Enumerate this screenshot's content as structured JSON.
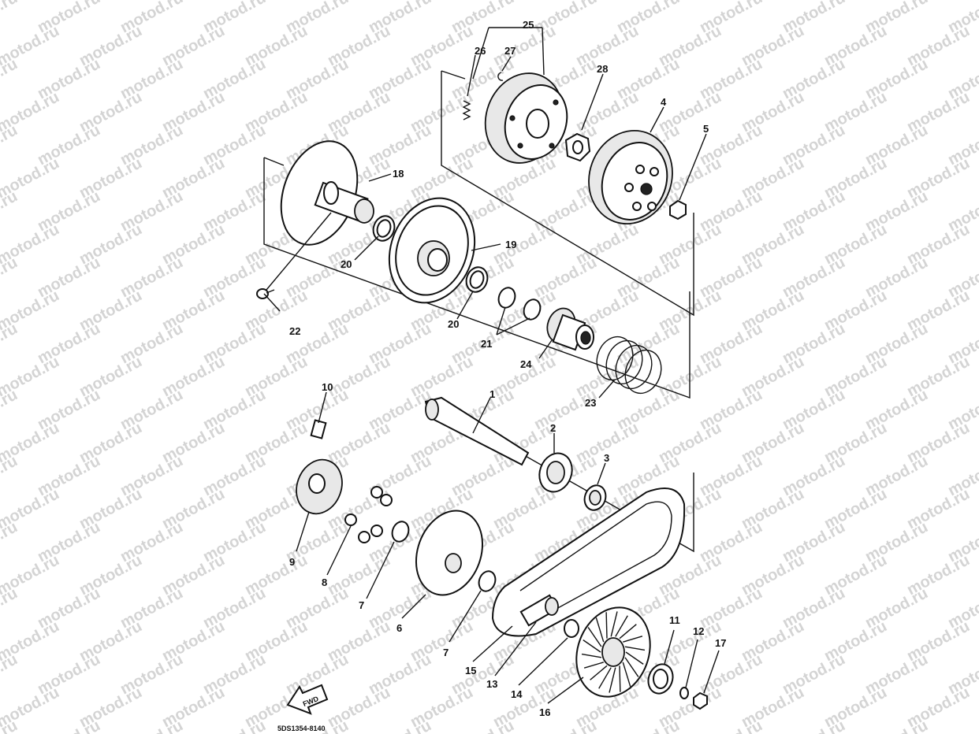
{
  "diagram": {
    "watermark": "motod.ru",
    "drawing_code": "5DS1354-8140",
    "fwd_label": "FWD",
    "parts": [
      {
        "id": "1",
        "label": "1"
      },
      {
        "id": "2",
        "label": "2"
      },
      {
        "id": "3",
        "label": "3"
      },
      {
        "id": "4",
        "label": "4"
      },
      {
        "id": "5",
        "label": "5"
      },
      {
        "id": "6",
        "label": "6"
      },
      {
        "id": "7a",
        "label": "7"
      },
      {
        "id": "7b",
        "label": "7"
      },
      {
        "id": "8",
        "label": "8"
      },
      {
        "id": "9",
        "label": "9"
      },
      {
        "id": "10",
        "label": "10"
      },
      {
        "id": "11",
        "label": "11"
      },
      {
        "id": "12",
        "label": "12"
      },
      {
        "id": "13",
        "label": "13"
      },
      {
        "id": "14",
        "label": "14"
      },
      {
        "id": "15",
        "label": "15"
      },
      {
        "id": "16",
        "label": "16"
      },
      {
        "id": "17",
        "label": "17"
      },
      {
        "id": "18",
        "label": "18"
      },
      {
        "id": "19",
        "label": "19"
      },
      {
        "id": "20a",
        "label": "20"
      },
      {
        "id": "20b",
        "label": "20"
      },
      {
        "id": "21",
        "label": "21"
      },
      {
        "id": "22",
        "label": "22"
      },
      {
        "id": "23",
        "label": "23"
      },
      {
        "id": "24",
        "label": "24"
      },
      {
        "id": "25",
        "label": "25"
      },
      {
        "id": "26",
        "label": "26"
      },
      {
        "id": "27",
        "label": "27"
      },
      {
        "id": "28",
        "label": "28"
      }
    ]
  }
}
